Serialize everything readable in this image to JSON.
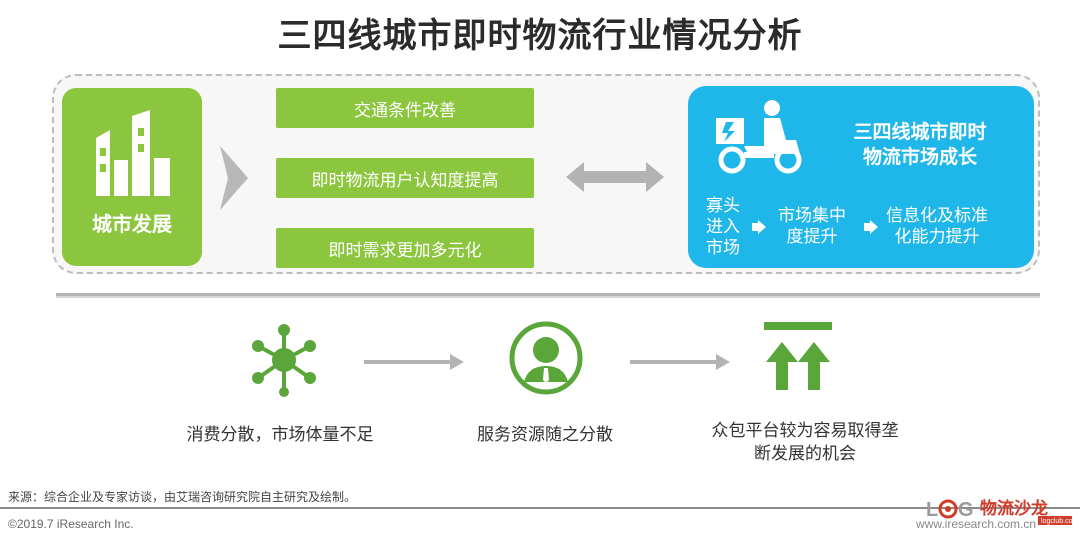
{
  "title": "三四线城市即时物流行业情况分析",
  "left_card": {
    "label": "城市发展",
    "icon": "city-buildings-icon"
  },
  "factors": [
    {
      "label": "交通条件改善"
    },
    {
      "label": "即时物流用户认知度提高"
    },
    {
      "label": "即时需求更加多元化"
    }
  ],
  "right_card": {
    "title_line1": "三四线城市即时",
    "title_line2": "物流市场成长",
    "icon": "delivery-scooter-icon",
    "steps": [
      {
        "line1": "寡头",
        "line2": "进入",
        "line3": "市场"
      },
      {
        "line1": "市场集中",
        "line2": "度提升"
      },
      {
        "line1": "信息化及标准",
        "line2": "化能力提升"
      }
    ]
  },
  "bottom": [
    {
      "caption": "消费分散，市场体量不足",
      "icon": "network-nodes-icon"
    },
    {
      "caption": "服务资源随之分散",
      "icon": "person-icon"
    },
    {
      "caption_line1": "众包平台较为容易取得垄",
      "caption_line2": "断发展的机会",
      "icon": "growth-up-arrows-icon"
    }
  ],
  "source": "来源：综合企业及专家访谈，由艾瑞咨询研究院自主研究及绘制。",
  "copyright": "©2019.7 iResearch Inc.",
  "website": "www.iresearch.com.cn",
  "watermark": "LOG 物流沙龙 logclub.com",
  "colors": {
    "green": "#8cc63f",
    "blue": "#1fb7ea",
    "gray": "#b5b5b5",
    "dark_green": "#5aa63a"
  }
}
